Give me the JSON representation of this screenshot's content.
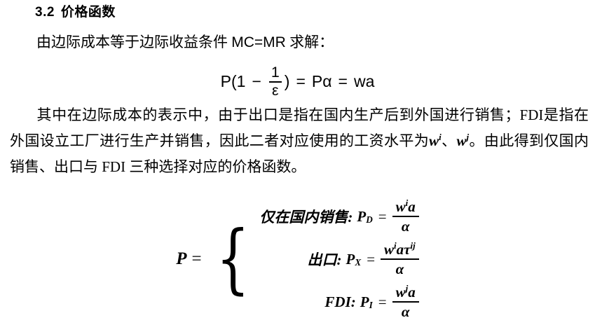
{
  "heading": {
    "number": "3.2",
    "title": "价格函数"
  },
  "paragraphs": {
    "intro": "由边际成本等于边际收益条件 MC=MR 求解：",
    "intro_pre": "由边际成本等于边际收益条件",
    "intro_math": "MC=MR",
    "intro_post": "求解：",
    "body_1": "其中在边际成本的表示中，由于出口是指在国内生产后到外国进行销售；FDI是指在外国设立工厂进行生产并销售，因此二者对应使用的工资水平为",
    "body_var_1": "w",
    "body_var_1_sup": "i",
    "body_sep": "、",
    "body_var_2": "w",
    "body_var_2_sup": "j",
    "body_2": "。由此得到仅国内销售、出口与 FDI 三种选择对应的价格函数。"
  },
  "equation_display": {
    "lhs": "P(1",
    "minus": "−",
    "frac_num": "1",
    "frac_den": "ε",
    "close_paren": ")",
    "eq1": "=",
    "mid": "Pα",
    "eq2": "=",
    "rhs": "wa"
  },
  "piecewise": {
    "lhs_var": "P",
    "lhs_eq": "=",
    "brace": "{",
    "cases": [
      {
        "label": "仅在国内销售:",
        "var": "P",
        "sub": "D",
        "eq": "=",
        "num_w": "w",
        "num_w_sup": "i",
        "num_rest": "a",
        "num_tau": "",
        "num_tau_sup": "",
        "den": "α"
      },
      {
        "label": "出口:",
        "var": "P",
        "sub": "X",
        "eq": "=",
        "num_w": "w",
        "num_w_sup": "i",
        "num_rest": "a",
        "num_tau": "τ",
        "num_tau_sup": "ij",
        "den": "α"
      },
      {
        "label": "FDI:",
        "var": "P",
        "sub": "I",
        "eq": "=",
        "num_w": "w",
        "num_w_sup": "j",
        "num_rest": "a",
        "num_tau": "",
        "num_tau_sup": "",
        "den": "α"
      }
    ]
  },
  "colors": {
    "text": "#000000",
    "background": "#ffffff"
  }
}
